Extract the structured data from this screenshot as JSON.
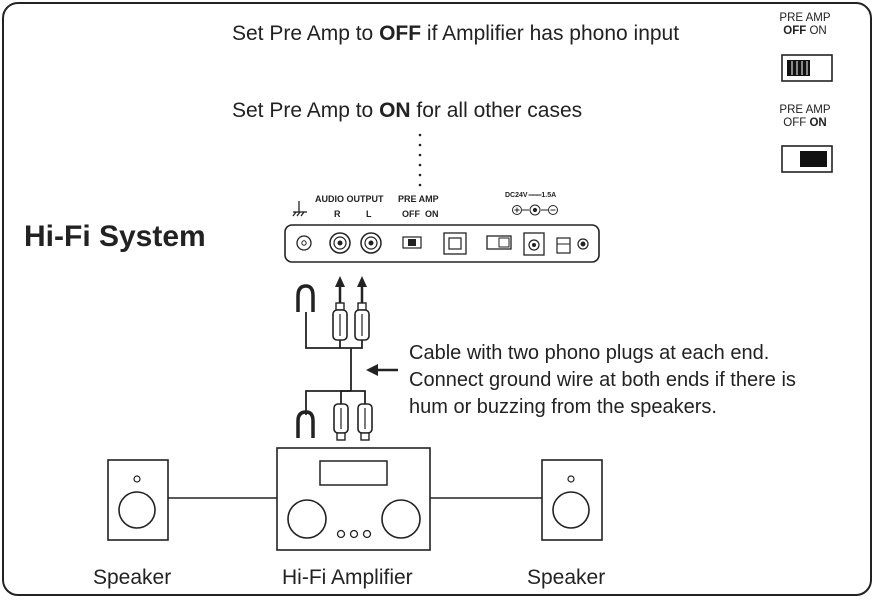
{
  "instruction_off": {
    "prefix": "Set Pre Amp to ",
    "bold": "OFF",
    "suffix": " if Amplifier has phono input"
  },
  "instruction_on": {
    "prefix": "Set Pre Amp to ",
    "bold": "ON",
    "suffix": " for all other cases"
  },
  "switch_off": {
    "title": "PRE AMP",
    "off": "OFF",
    "on": "ON",
    "selected": "OFF"
  },
  "switch_on": {
    "title": "PRE AMP",
    "off": "OFF",
    "on": "ON",
    "selected": "ON"
  },
  "system_title": "Hi-Fi System",
  "panel": {
    "audio_output": "AUDIO OUTPUT",
    "pre_amp": "PRE AMP",
    "r": "R",
    "l": "L",
    "off": "OFF",
    "on": "ON",
    "power": "DC24V",
    "current": "1.5A"
  },
  "cable_note": [
    "Cable with two phono plugs at each end.",
    "Connect ground wire at both ends if there is",
    "hum or buzzing from the speakers."
  ],
  "labels": {
    "speaker_left": "Speaker",
    "amplifier": "Hi-Fi Amplifier",
    "speaker_right": "Speaker"
  }
}
